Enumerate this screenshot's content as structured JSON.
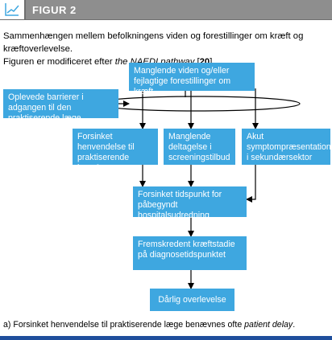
{
  "header": {
    "title": "FIGUR 2",
    "icon": "line-chart-icon"
  },
  "caption": {
    "line1": "Sammenhængen mellem befolkningens viden og forestillinger om kræft og kræftoverlevelse.",
    "line2_prefix": "Figuren er modificeret efter ",
    "line2_italic": "the NAEDI pathway",
    "line2_ref_open": " [",
    "line2_ref": "20",
    "line2_ref_close": "]."
  },
  "nodes": {
    "knowledge": "Manglende viden og/eller fejlagtige forestillinger om kræft",
    "barriers": "Oplevede barrierer i adgangen til den praktiserende læge",
    "delayed_referral": "Forsinket henvendelse til praktiserende lægeª",
    "screening": "Manglende deltagelse i screeningstilbud",
    "acute": "Akut symptompræsentation i sekundærsektor",
    "delayed_diagnosis": "Forsinket tidspunkt for påbegyndt hospitalsudredning",
    "advanced_stage": "Fremskredent kræftstadie på diagnosetidspunktet",
    "poor_survival": "Dårlig overlevelse"
  },
  "footnote": {
    "prefix": "a) Forsinket henvendelse til praktiserende læge benævnes ofte ",
    "italic": "patient delay",
    "suffix": "."
  },
  "colors": {
    "box": "#3ea7e0",
    "header": "#8e8e8e",
    "bottom_rule": "#1f4e9c"
  }
}
